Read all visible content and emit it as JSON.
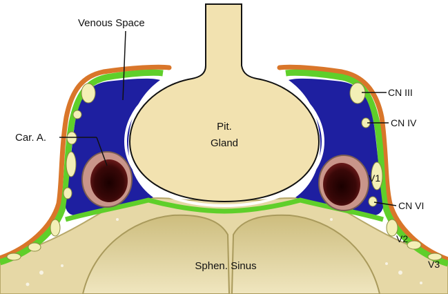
{
  "labels": {
    "venous_space": "Venous Space",
    "carotid_artery": "Car. A.",
    "pituitary_line1": "Pit.",
    "pituitary_line2": "Gland",
    "cn3": "CN III",
    "cn4": "CN IV",
    "v1": "V1",
    "cn6": "CN VI",
    "v2": "V2",
    "v3": "V3",
    "sphenoid_sinus": "Sphen. Sinus"
  },
  "colors": {
    "bone": "#e9dcae",
    "bone_shadow": "#b7a86a",
    "dura": "#d9762a",
    "venous_blue": "#1e1fa0",
    "green_membrane": "#5fcf2a",
    "nerve": "#f3efb6",
    "gland": "#f2e2b0",
    "artery_wall": "#c9958a",
    "artery_lumen": "#3a0808"
  }
}
